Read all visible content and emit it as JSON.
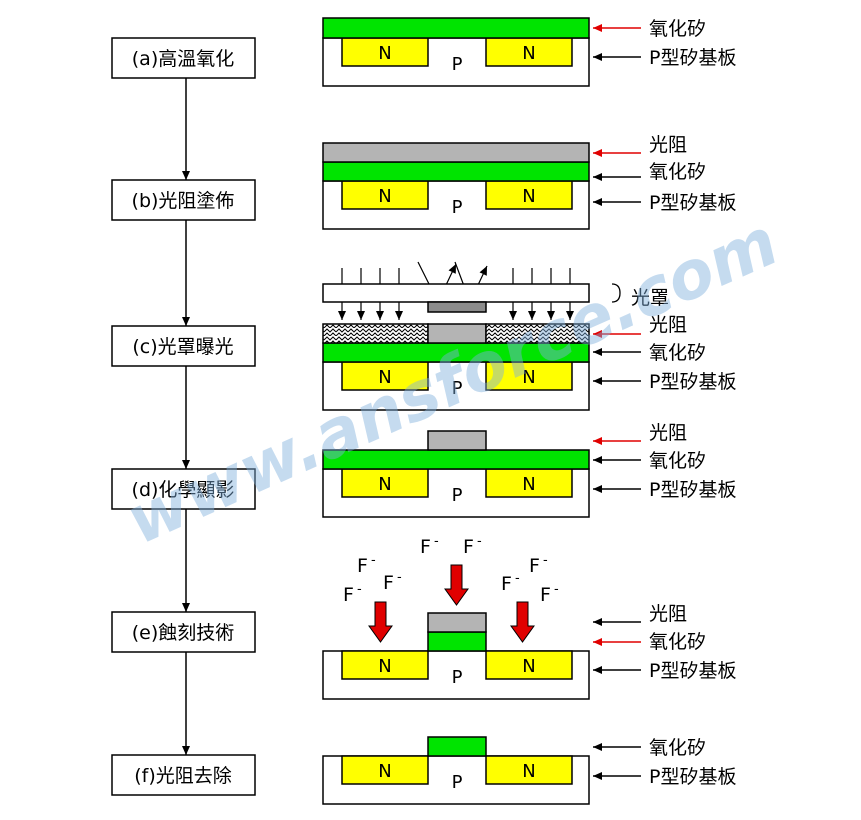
{
  "steps": [
    "(a)高溫氧化",
    "(b)光阻塗佈",
    "(c)光罩曝光",
    "(d)化學顯影",
    "(e)蝕刻技術",
    "(f)光阻去除"
  ],
  "layers": {
    "oxide": "氧化矽",
    "substrate": "P型矽基板",
    "photoresist": "光阻",
    "mask": "光罩"
  },
  "regions": {
    "n": "N",
    "p": "P"
  },
  "ion": "F",
  "ion_charge": "-",
  "watermark": "www.ansforce.com",
  "colors": {
    "oxide": "#00e400",
    "n_region": "#ffff00",
    "photoresist": "#b4b4b4",
    "mask_block": "#8c8c8c",
    "arrow_red": "#e00000",
    "etch_arrow": "#e00000",
    "outline": "#000000",
    "watermark": "#7fb0dd"
  }
}
